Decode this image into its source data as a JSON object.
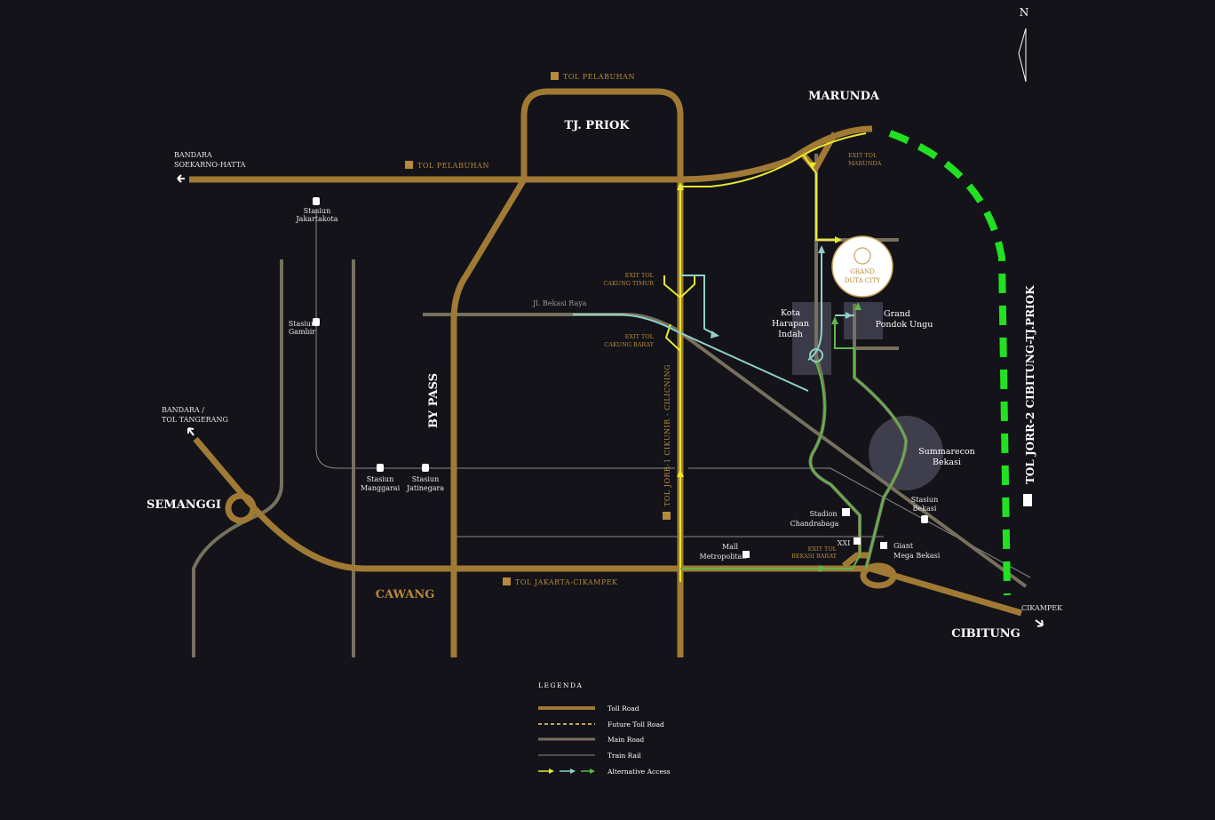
{
  "compass": {
    "north": "N"
  },
  "places": {
    "tj_priok": "TJ. PRIOK",
    "marunda": "MARUNDA",
    "semanggi": "SEMANGGI",
    "cawang": "CAWANG",
    "cibitung": "CIBITUNG",
    "bypass": "BY PASS"
  },
  "roads": {
    "tol_pelabuhan_top": "TOL PELABUHAN",
    "tol_pelabuhan": "TOL PELABUHAN",
    "tol_jakarta_cikampek": "TOL JAKARTA-CIKAMPEK",
    "tol_jorr1": "TOL JORR-1 CIKUNIR - CILICNING",
    "tol_jorr2": "TOL JORR-2 CIBITUNG-TJ.PRIOK",
    "jl_bekasi_raya": "Jl. Bekasi Raya"
  },
  "exits": {
    "cakung_timur_1": "EXIT TOL",
    "cakung_timur_2": "CAKUNG TIMUR",
    "cakung_barat_1": "EXIT TOL",
    "cakung_barat_2": "CAKUNG BARAT",
    "marunda_1": "EXIT TOL",
    "marunda_2": "MARUNDA",
    "bekasi_barat_1": "EXIT TOL",
    "bekasi_barat_2": "BEKASI BARAT"
  },
  "directions": {
    "soetta_1": "BANDARA",
    "soetta_2": "SOEKARNO-HATTA",
    "tangerang_1": "BANDARA /",
    "tangerang_2": "TOL TANGERANG",
    "cikampek": "CIKAMPEK"
  },
  "stations": {
    "jakartakota_1": "Stasiun",
    "jakartakota_2": "Jakartakota",
    "gambir_1": "Stasiun",
    "gambir_2": "Gambir",
    "manggarai_1": "Stasiun",
    "manggarai_2": "Manggarai",
    "jatinegara_1": "Stasiun",
    "jatinegara_2": "Jatinegara",
    "bekasi_1": "Stasiun",
    "bekasi_2": "Bekasi"
  },
  "landmarks": {
    "kota_harapan_1": "Kota",
    "kota_harapan_2": "Harapan",
    "kota_harapan_3": "Indah",
    "pondok_ungu_1": "Grand",
    "pondok_ungu_2": "Pondok Ungu",
    "summarecon_1": "Summarecon",
    "summarecon_2": "Bekasi",
    "chandrabaga_1": "Stadion",
    "chandrabaga_2": "Chandrabaga",
    "xxi": "XXI",
    "giant_1": "Giant",
    "giant_2": "Mega Bekasi",
    "mall_1": "Mall",
    "mall_2": "Metropolitan",
    "logo_1": "GRAND",
    "logo_2": "DUTA CITY"
  },
  "legend": {
    "title": "LEGENDA",
    "items": [
      "Toll Road",
      "Future Toll Road",
      "Main Road",
      "Train Rail",
      "Alternative Access"
    ]
  },
  "colors": {
    "toll": "#a07a35",
    "main": "#77705d",
    "rail": "#9a9a9a",
    "future": "#22e022",
    "yellow": "#e8e830",
    "cyan": "#8fd0c8",
    "green": "#5cb84a"
  }
}
